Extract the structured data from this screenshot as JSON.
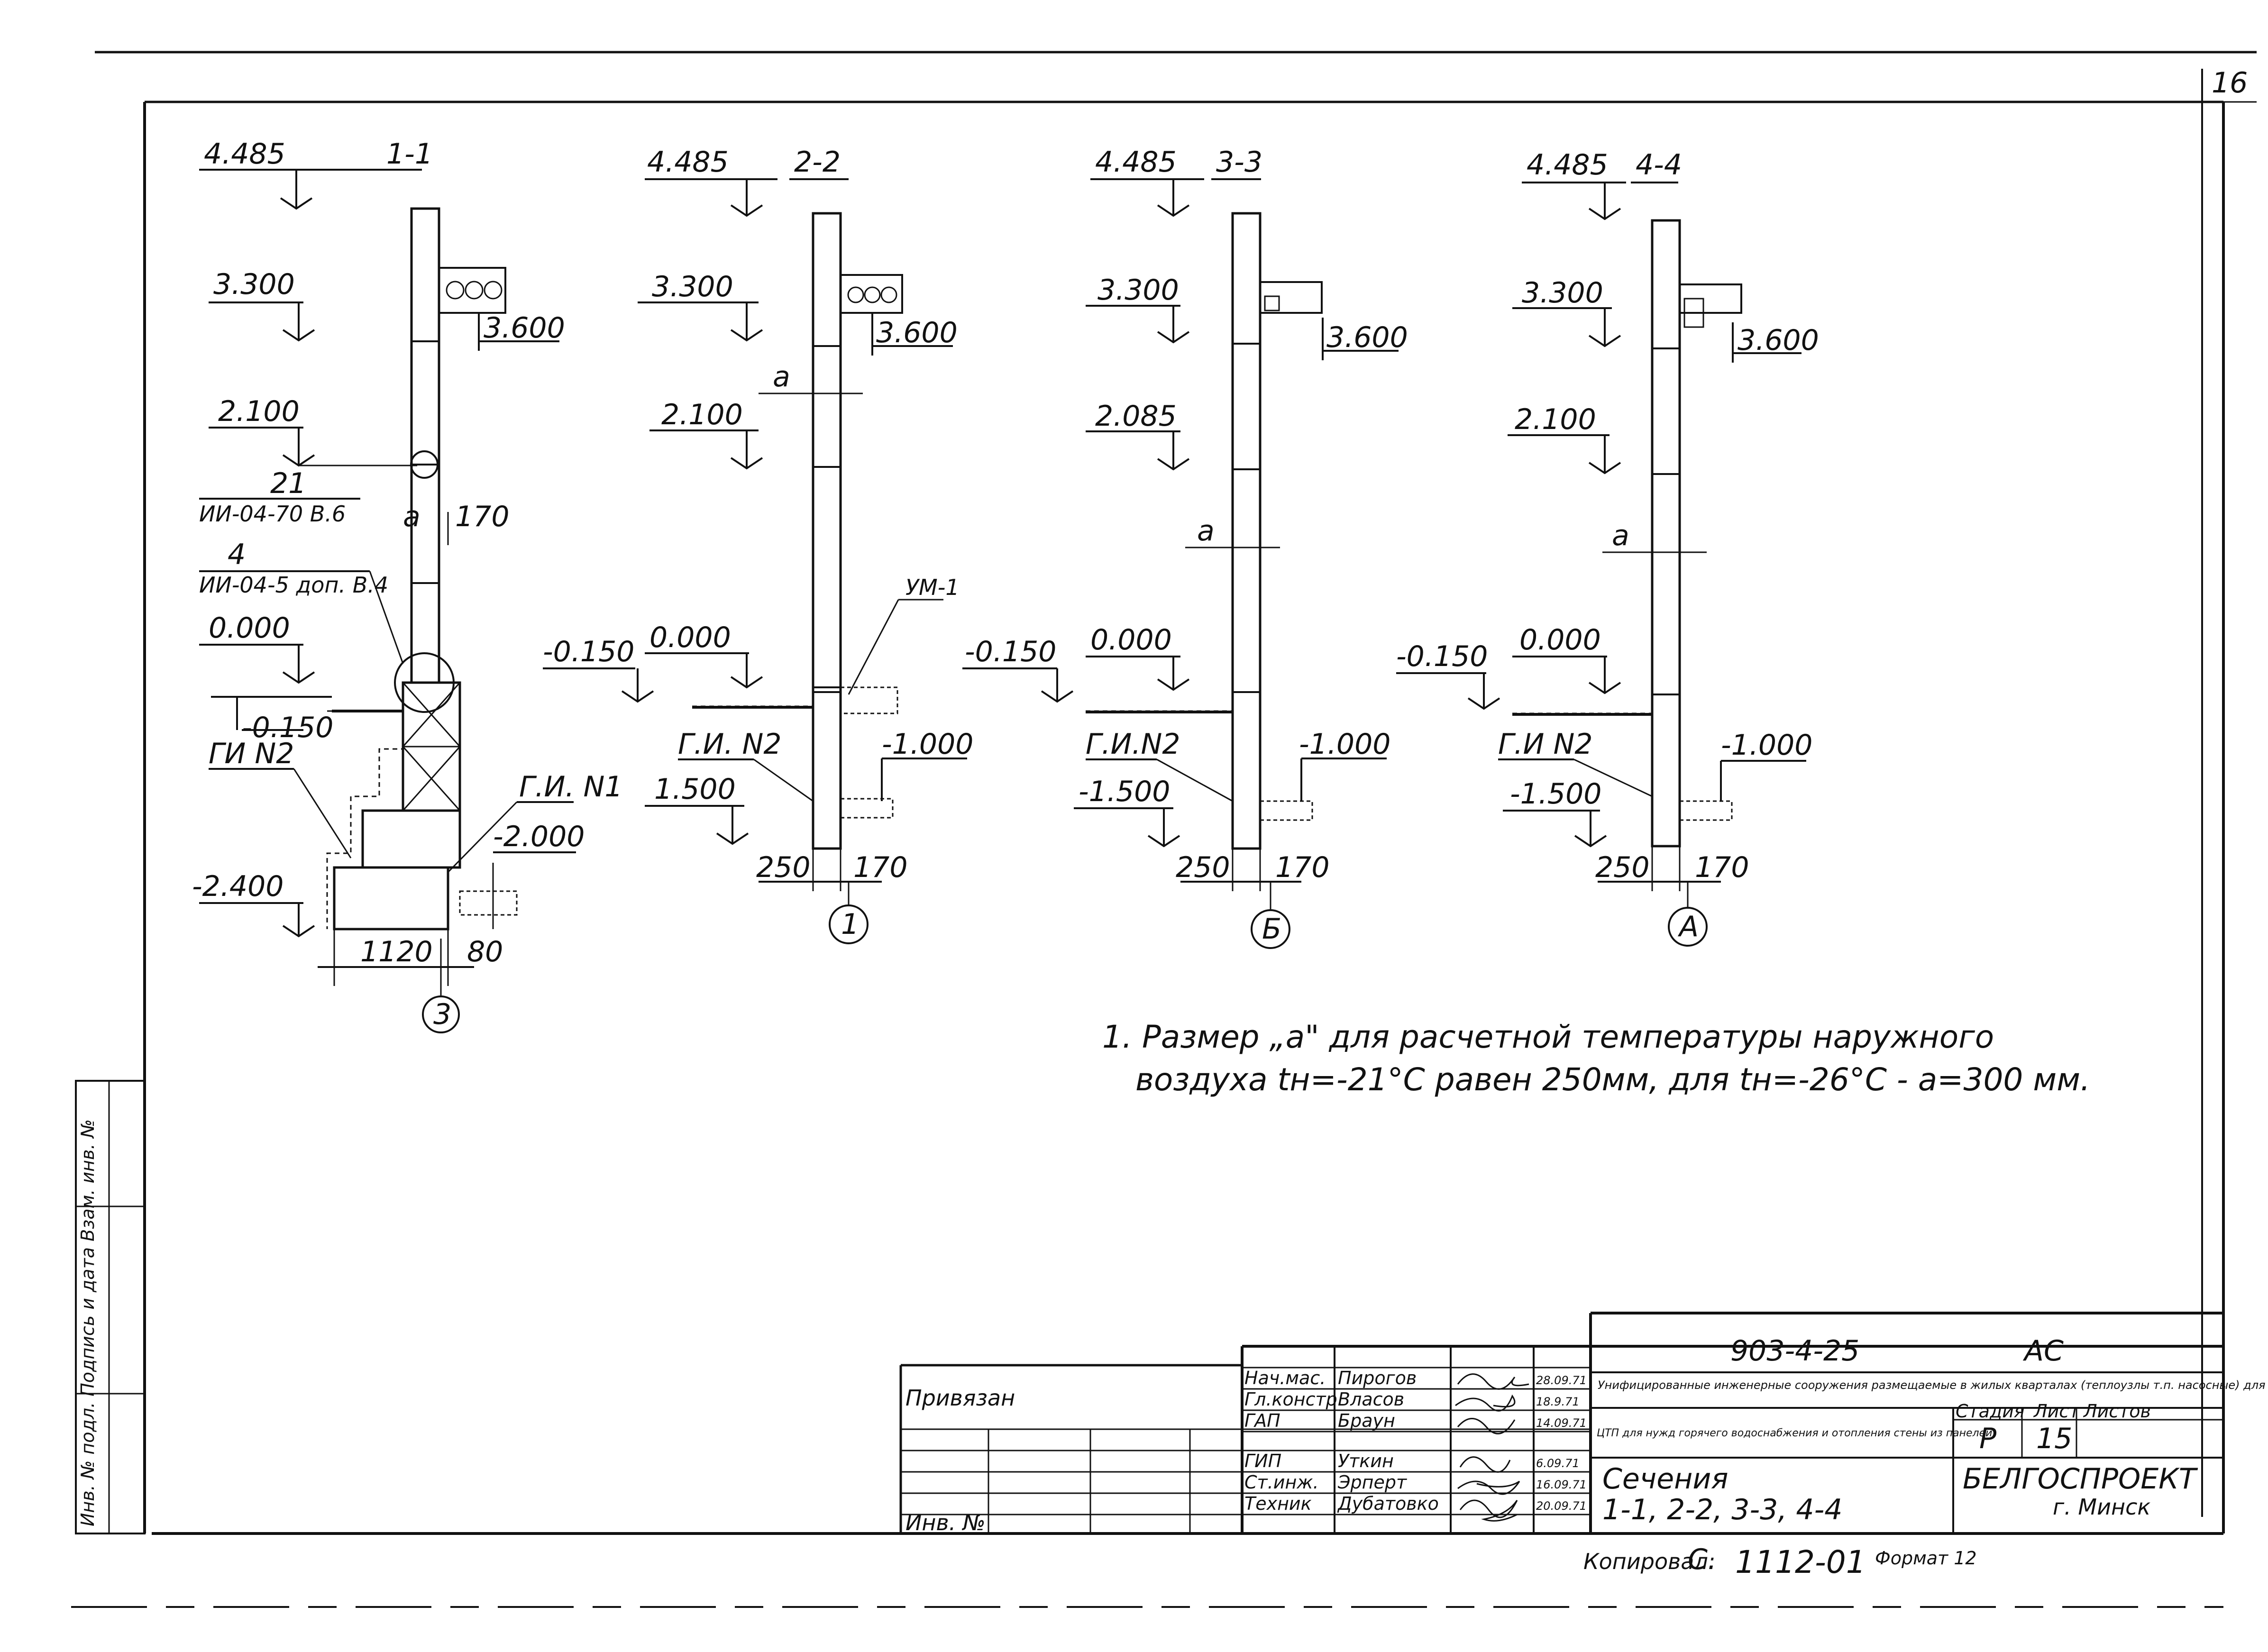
{
  "sheet_number": "16",
  "note": {
    "line1": "1. Размер „а\" для расчетной температуры наружного",
    "line2": "воздуха tн=-21°С равен 250мм, для tн=-26°С - а=300 мм."
  },
  "side_stamp": "Инв. № подл.  Подпись и дата  Взам. инв. №",
  "sections": [
    {
      "id": "s1",
      "title": "1-1",
      "axis": "3",
      "levels": [
        "4.485",
        "3.300",
        "3.600",
        "2.100",
        "0.000",
        "-0.150",
        "-2.000",
        "-2.400"
      ],
      "callouts": [
        "21",
        "ИИ-04-70 В.6",
        "4",
        "ИИ-04-5 доп. В.4",
        "ГИ N2",
        "Г.И. N1"
      ],
      "dims": [
        "а",
        "170",
        "1120",
        "80"
      ]
    },
    {
      "id": "s2",
      "title": "2-2",
      "axis": "1",
      "levels": [
        "4.485",
        "3.300",
        "3.600",
        "2.100",
        "-0.150",
        "0.000",
        "-1.000",
        "1.500"
      ],
      "callouts": [
        "УМ-1",
        "Г.И. N2"
      ],
      "dims": [
        "а",
        "250",
        "170"
      ]
    },
    {
      "id": "s3",
      "title": "3-3",
      "axis": "Б",
      "levels": [
        "4.485",
        "3.300",
        "3.600",
        "2.085",
        "-0.150",
        "0.000",
        "-1.000",
        "-1.500"
      ],
      "callouts": [
        "Г.И.N2"
      ],
      "dims": [
        "а",
        "250",
        "170"
      ]
    },
    {
      "id": "s4",
      "title": "4-4",
      "axis": "А",
      "levels": [
        "4.485",
        "3.300",
        "3.600",
        "2.100",
        "-0.150",
        "0.000",
        "-1.000",
        "-1.500"
      ],
      "callouts": [
        "Г.И N2"
      ],
      "dims": [
        "а",
        "250",
        "170"
      ]
    }
  ],
  "title_block": {
    "doc_code": "903-4-25",
    "section_mark": "АС",
    "project": "Унифицированные инженерные сооружения размещаемые в жилых кварталах (теплоузлы т.п. насосные) для строительства на территории БССР",
    "object": "ЦТП для нужд горячего водоснабжения и отопления стены из панелей",
    "drawing_title_1": "Сечения",
    "drawing_title_2": "1-1, 2-2, 3-3, 4-4",
    "stage_label": "Стадия",
    "sheet_label": "Лист",
    "sheets_label": "Листов",
    "stage": "Р",
    "sheet": "15",
    "org": "БЕЛГОСПРОЕКТ",
    "city": "г. Минск",
    "bound_label": "Привязан",
    "inv_label": "Инв. №",
    "copied": "Копировал:",
    "copy_sig": "С.",
    "copy_no": "1112-01",
    "format": "Формат 12",
    "staff": [
      {
        "role": "Нач.мас.",
        "name": "Пирогов",
        "date": "28.09.71"
      },
      {
        "role": "Гл.констр.",
        "name": "Власов",
        "date": "18.9.71"
      },
      {
        "role": "ГАП",
        "name": "Браун",
        "date": "14.09.71"
      },
      {
        "role": "ГИП",
        "name": "Уткин",
        "date": "6.09.71"
      },
      {
        "role": "Ст.инж.",
        "name": "Эрперт",
        "date": "16.09.71"
      },
      {
        "role": "Техник",
        "name": "Дубатовко",
        "date": "20.09.71"
      }
    ]
  }
}
